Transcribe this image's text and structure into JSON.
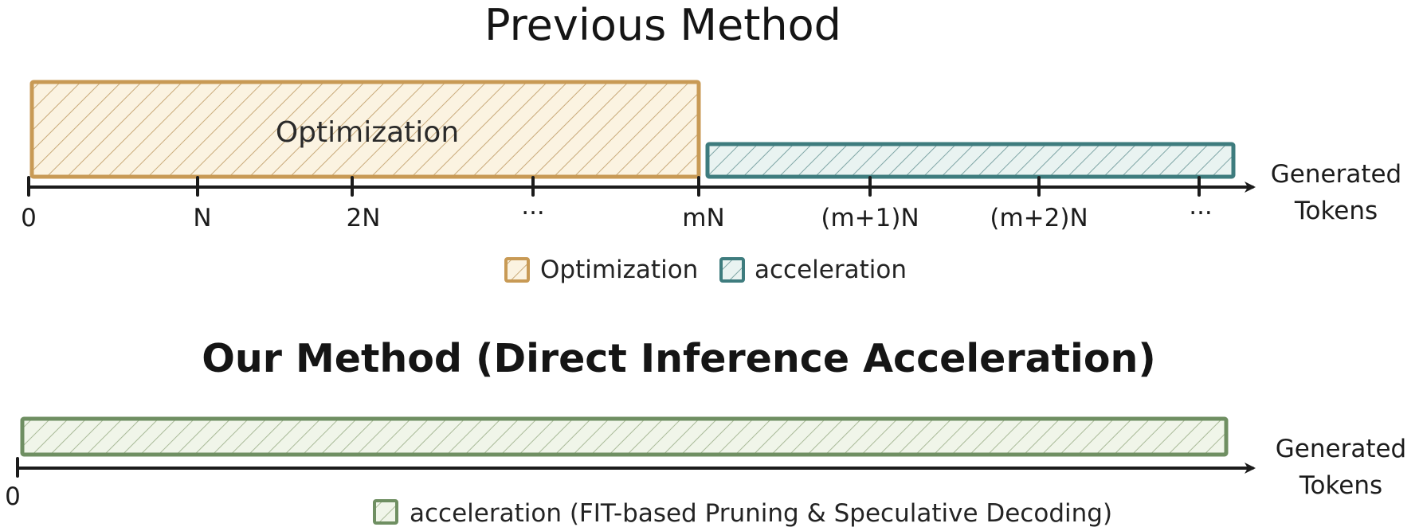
{
  "previous": {
    "title": "Previous Method",
    "bar_label": "Optimization",
    "ticks": [
      "0",
      "N",
      "2N",
      "···",
      "mN",
      "(m+1)N",
      "(m+2)N",
      "···"
    ],
    "axis_label": [
      "Generated",
      "Tokens"
    ],
    "legend": [
      {
        "label": "Optimization",
        "color": "#c89a55",
        "fill": "#faf2df"
      },
      {
        "label": "acceleration",
        "color": "#3e7c7e",
        "fill": "#e7f2f0"
      }
    ]
  },
  "ours": {
    "title": "Our Method (Direct Inference Acceleration)",
    "ticks": [
      "0"
    ],
    "axis_label": [
      "Generated",
      "Tokens"
    ],
    "legend": [
      {
        "label": "acceleration (FIT-based Pruning & Speculative Decoding)",
        "color": "#6f8f62",
        "fill": "#eef4e6"
      }
    ]
  },
  "colors": {
    "optimization": "#c89a55",
    "acceleration": "#3e7c7e",
    "ours_acceleration": "#6f8f62",
    "axis": "#1b1b1b"
  }
}
